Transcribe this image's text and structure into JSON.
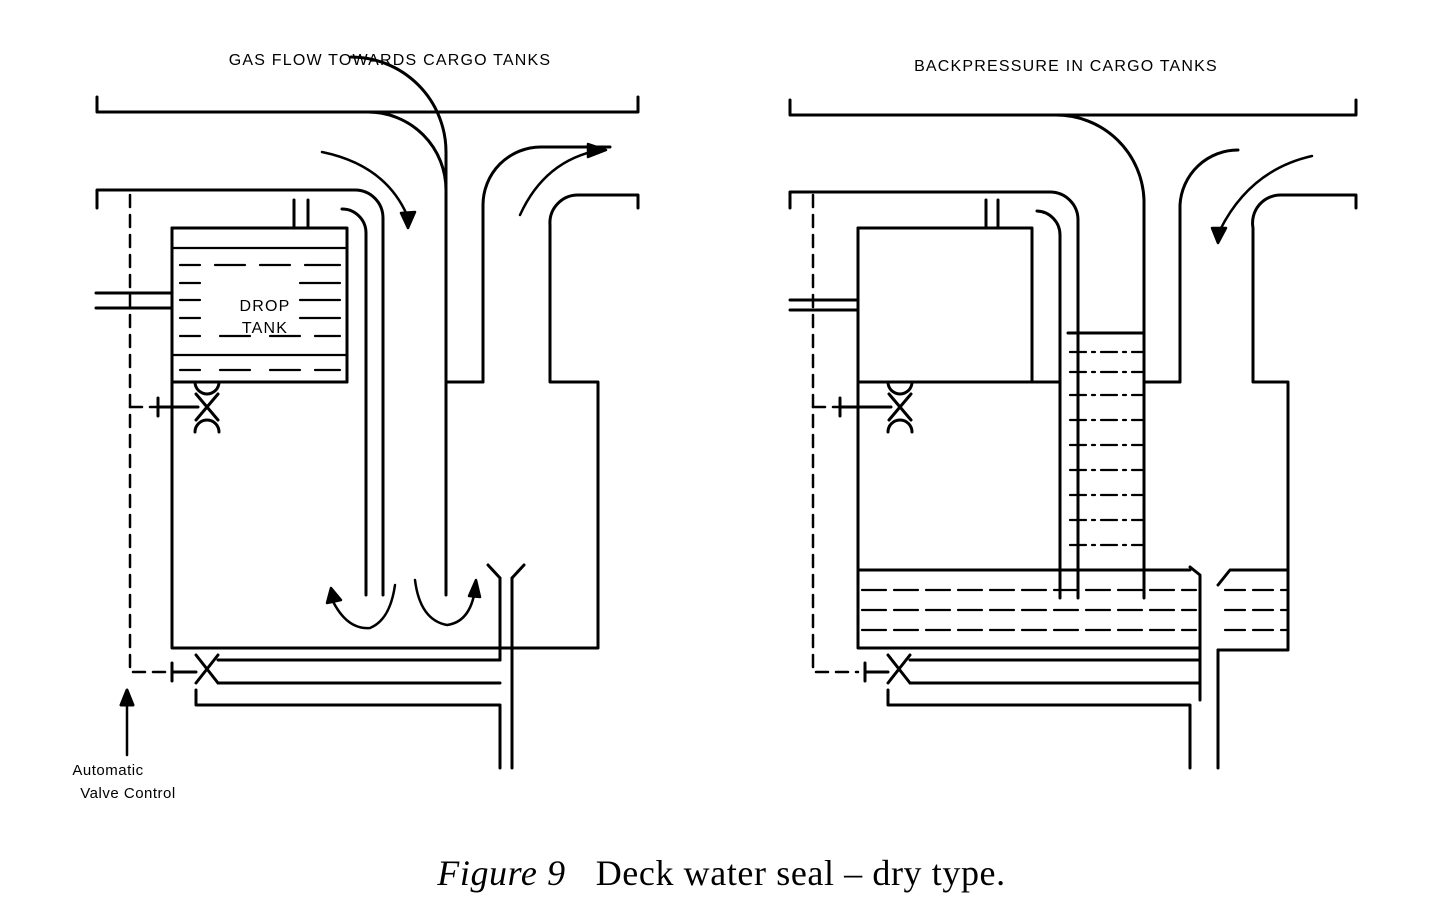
{
  "left_panel": {
    "title": "GAS FLOW TOWARDS CARGO TANKS",
    "drop_tank_line1": "DROP",
    "drop_tank_line2": "TANK",
    "valve_control_line1": "Automatic",
    "valve_control_line2": "Valve Control"
  },
  "right_panel": {
    "title": "BACKPRESSURE IN CARGO TANKS"
  },
  "caption": {
    "figure_label": "Figure 9",
    "text": "Deck water seal – dry type."
  }
}
